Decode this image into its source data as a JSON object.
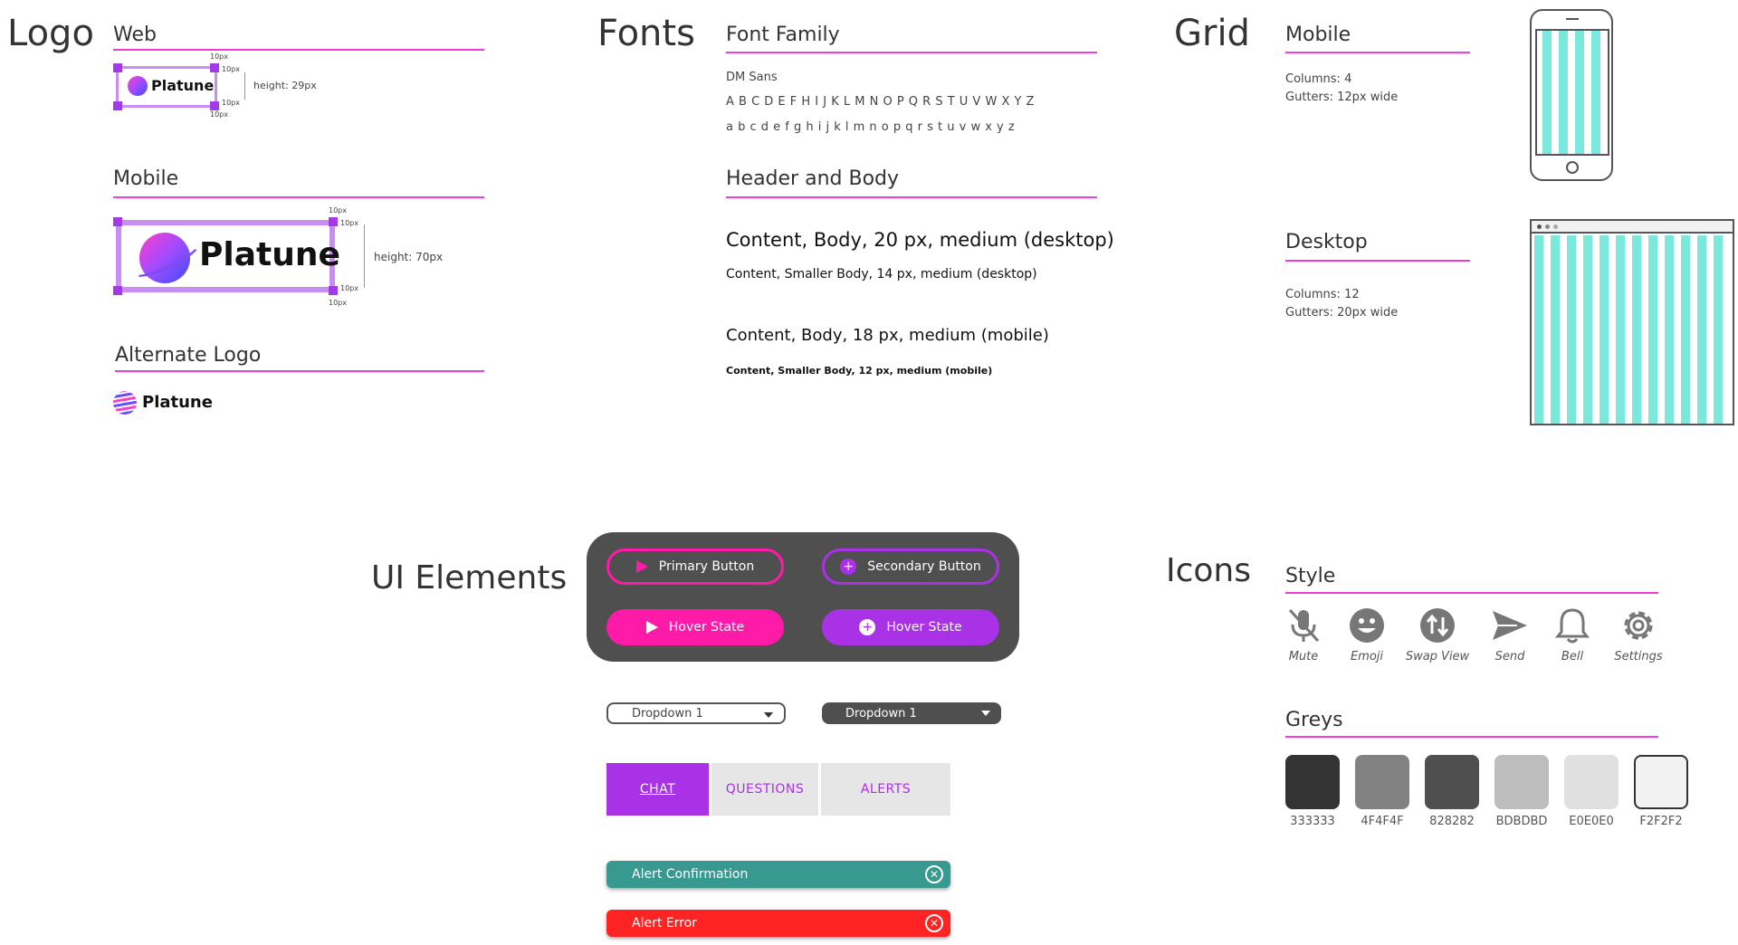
{
  "logo": {
    "title": "Logo",
    "web": {
      "heading": "Web",
      "brand": "Platune",
      "height_note": "height: 29px",
      "spacing": "10px"
    },
    "mobile": {
      "heading": "Mobile",
      "brand": "Platune",
      "height_note": "height: 70px",
      "spacing": "10px"
    },
    "alternate": {
      "heading": "Alternate Logo",
      "brand": "Platune"
    }
  },
  "fonts": {
    "title": "Fonts",
    "family_heading": "Font Family",
    "family_name": "DM Sans",
    "uppercase": "A B C D E F H I J K L M N O P Q R S T U V W X Y Z",
    "lowercase": "a b c d e f g h i j k l m n o p q r s t u v w x y z",
    "header_body_heading": "Header and Body",
    "samples": [
      "Content, Body, 20 px, medium (desktop)",
      "Content, Smaller Body, 14 px, medium (desktop)",
      "Content, Body, 18 px, medium (mobile)",
      "Content, Smaller Body, 12 px, medium (mobile)"
    ]
  },
  "grid": {
    "title": "Grid",
    "mobile": {
      "heading": "Mobile",
      "columns": "Columns: 4",
      "gutters": "Gutters: 12px wide"
    },
    "desktop": {
      "heading": "Desktop",
      "columns": "Columns: 12",
      "gutters": "Gutters: 20px wide"
    }
  },
  "ui": {
    "title": "UI Elements",
    "primary_button": "Primary Button",
    "secondary_button": "Secondary Button",
    "hover_state_1": "Hover State",
    "hover_state_2": "Hover State",
    "dropdown_light": "Dropdown 1",
    "dropdown_dark": "Dropdown 1",
    "tabs": [
      "CHAT",
      "QUESTIONS",
      "ALERTS"
    ],
    "alert_confirmation": "Alert Confirmation",
    "alert_error": "Alert Error",
    "colors": {
      "pink": "#ff1aa8",
      "purple": "#a932e6",
      "teal": "#389990",
      "red": "#ff2424",
      "panel": "#4f4f4f"
    }
  },
  "icons": {
    "title": "Icons",
    "style_heading": "Style",
    "items": [
      {
        "icon": "mute-icon",
        "label": "Mute"
      },
      {
        "icon": "emoji-icon",
        "label": "Emoji"
      },
      {
        "icon": "swap-view-icon",
        "label": "Swap View"
      },
      {
        "icon": "send-icon",
        "label": "Send"
      },
      {
        "icon": "bell-icon",
        "label": "Bell"
      },
      {
        "icon": "settings-icon",
        "label": "Settings"
      }
    ],
    "greys_heading": "Greys",
    "greys": [
      {
        "hex": "#333333",
        "label": "333333"
      },
      {
        "hex": "#828282",
        "label": "4F4F4F"
      },
      {
        "hex": "#4f4f4f",
        "label": "828282"
      },
      {
        "hex": "#bdbdbd",
        "label": "BDBDBD"
      },
      {
        "hex": "#e0e0e0",
        "label": "E0E0E0"
      },
      {
        "hex": "#f2f2f2",
        "label": "F2F2F2"
      }
    ]
  }
}
